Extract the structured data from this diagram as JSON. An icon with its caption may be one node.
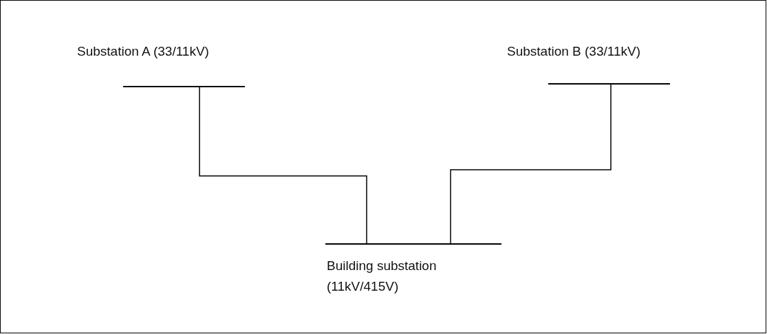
{
  "diagram": {
    "nodes": [
      {
        "text": [
          "Substation A (33/11kV)"
        ]
      },
      {
        "text": [
          "Substation B (33/11kV)"
        ]
      },
      {
        "text": [
          "Building substation (11kV/415V)"
        ]
      }
    ],
    "edges": [
      {
        "from": 0,
        "to": 2,
        "arrow": "none"
      },
      {
        "from": 1,
        "to": 2,
        "arrow": "none"
      }
    ]
  }
}
